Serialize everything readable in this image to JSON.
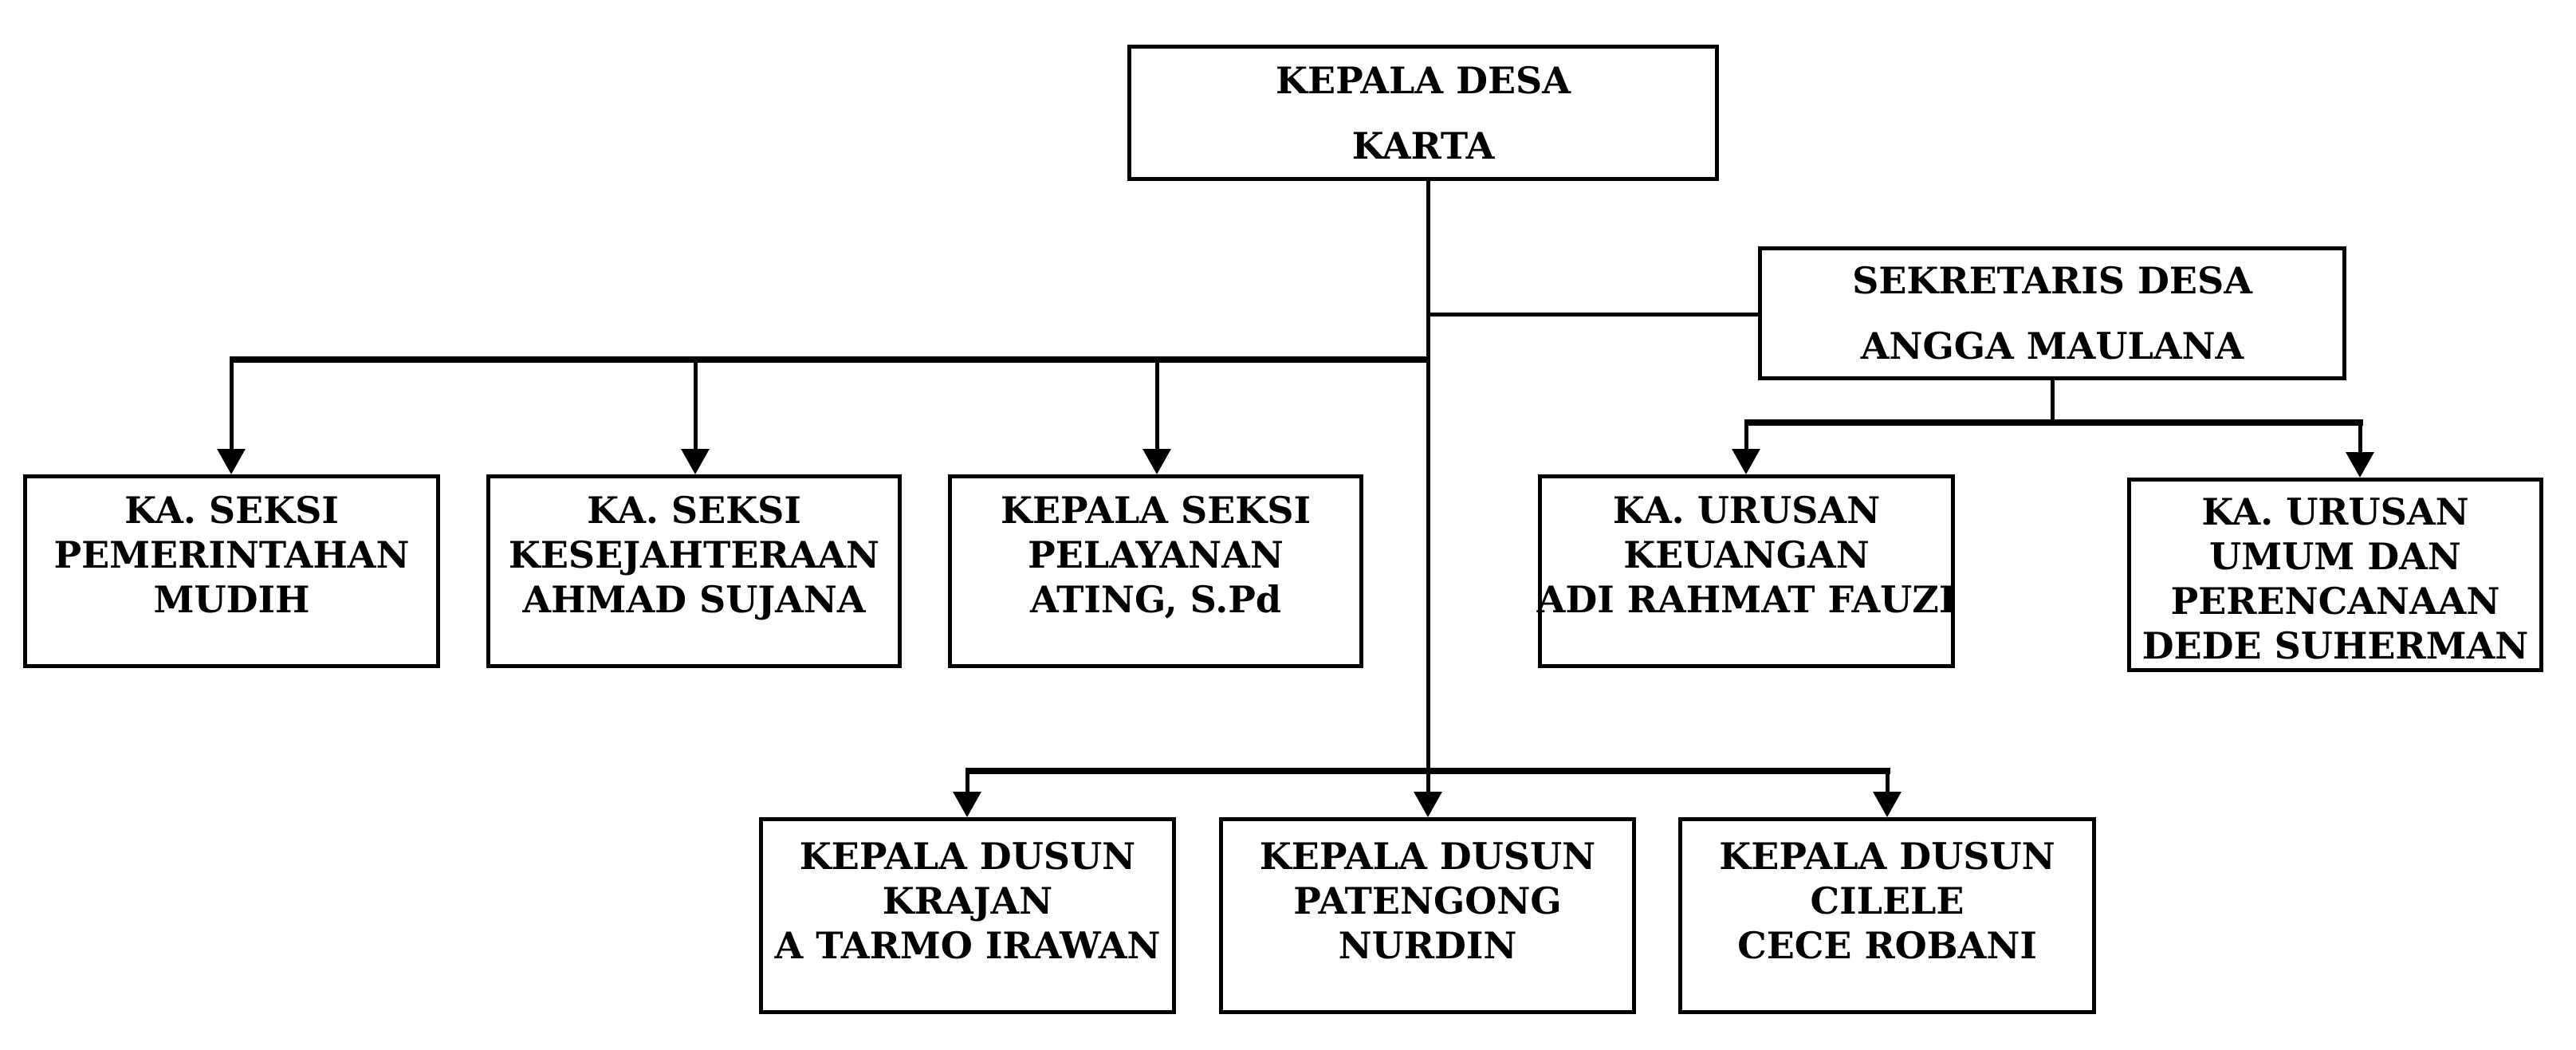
{
  "page": {
    "background": "#ffffff",
    "line_color": "#000000",
    "text_color": "#000000"
  },
  "org": {
    "kepala_desa": {
      "lines": [
        "KEPALA DESA",
        "KARTA"
      ]
    },
    "sekretaris": {
      "lines": [
        "SEKRETARIS DESA",
        "ANGGA MAULANA"
      ]
    },
    "seksi_pemerintahan": {
      "lines": [
        "KA. SEKSI",
        "PEMERINTAHAN",
        "MUDIH"
      ]
    },
    "seksi_kesejahteraan": {
      "lines": [
        "KA. SEKSI",
        "KESEJAHTERAAN",
        "AHMAD SUJANA"
      ]
    },
    "seksi_pelayanan": {
      "lines": [
        "KEPALA SEKSI",
        "PELAYANAN",
        "ATING, S.Pd"
      ]
    },
    "urusan_keuangan": {
      "lines": [
        "KA. URUSAN",
        "KEUANGAN",
        "ADI RAHMAT FAUZI"
      ]
    },
    "urusan_umum": {
      "lines": [
        "KA. URUSAN",
        "UMUM DAN",
        "PERENCANAAN",
        "DEDE SUHERMAN"
      ]
    },
    "dusun_krajan": {
      "lines": [
        "KEPALA DUSUN",
        "KRAJAN",
        "A TARMO IRAWAN"
      ]
    },
    "dusun_patengong": {
      "lines": [
        "KEPALA DUSUN",
        "PATENGONG",
        "NURDIN"
      ]
    },
    "dusun_cilele": {
      "lines": [
        "KEPALA DUSUN",
        "CILELE",
        "CECE ROBANI"
      ]
    }
  }
}
